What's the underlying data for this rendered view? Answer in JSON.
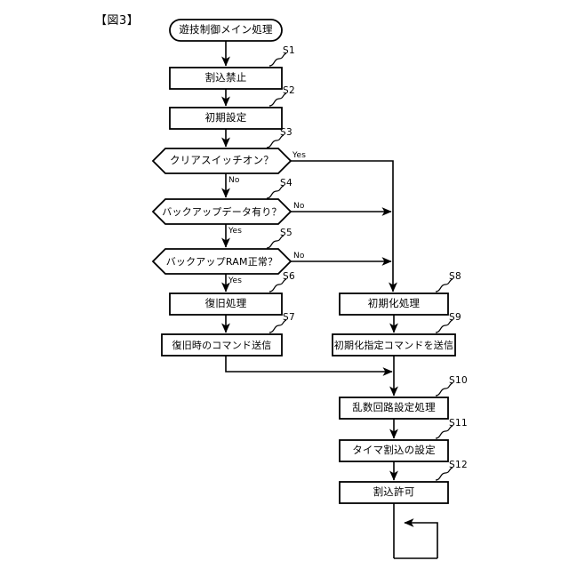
{
  "figure": {
    "label": "【図3】",
    "title_node": "遊技制御メイン処理"
  },
  "nodes": [
    {
      "id": "start",
      "shape": "stadium",
      "text": "遊技制御メイン処理",
      "step": ""
    },
    {
      "id": "s1",
      "shape": "process",
      "text": "割込禁止",
      "step": "S1"
    },
    {
      "id": "s2",
      "shape": "process",
      "text": "初期設定",
      "step": "S2"
    },
    {
      "id": "s3",
      "shape": "decision",
      "text": "クリアスイッチオン？",
      "step": "S3"
    },
    {
      "id": "s4",
      "shape": "decision",
      "text": "バックアップデータ有り？",
      "step": "S4"
    },
    {
      "id": "s5",
      "shape": "decision",
      "text": "バックアップRAM正常？",
      "step": "S5"
    },
    {
      "id": "s6",
      "shape": "process",
      "text": "復旧処理",
      "step": "S6"
    },
    {
      "id": "s7",
      "shape": "process",
      "text": "復旧時のコマンド送信",
      "step": "S7"
    },
    {
      "id": "s8",
      "shape": "process",
      "text": "初期化処理",
      "step": "S8"
    },
    {
      "id": "s9",
      "shape": "process",
      "text": "初期化指定コマンドを送信",
      "step": "S9"
    },
    {
      "id": "s10",
      "shape": "process",
      "text": "乱数回路設定処理",
      "step": "S10"
    },
    {
      "id": "s11",
      "shape": "process",
      "text": "タイマ割込の設定",
      "step": "S11"
    },
    {
      "id": "s12",
      "shape": "process",
      "text": "割込許可",
      "step": "S12"
    }
  ],
  "edge_labels": {
    "s3_yes": "Yes",
    "s3_no": "No",
    "s4_no": "No",
    "s4_yes": "Yes",
    "s5_no": "No",
    "s5_yes": "Yes"
  },
  "colors": {
    "stroke": "#000000",
    "background": "#ffffff",
    "text": "#000000"
  }
}
